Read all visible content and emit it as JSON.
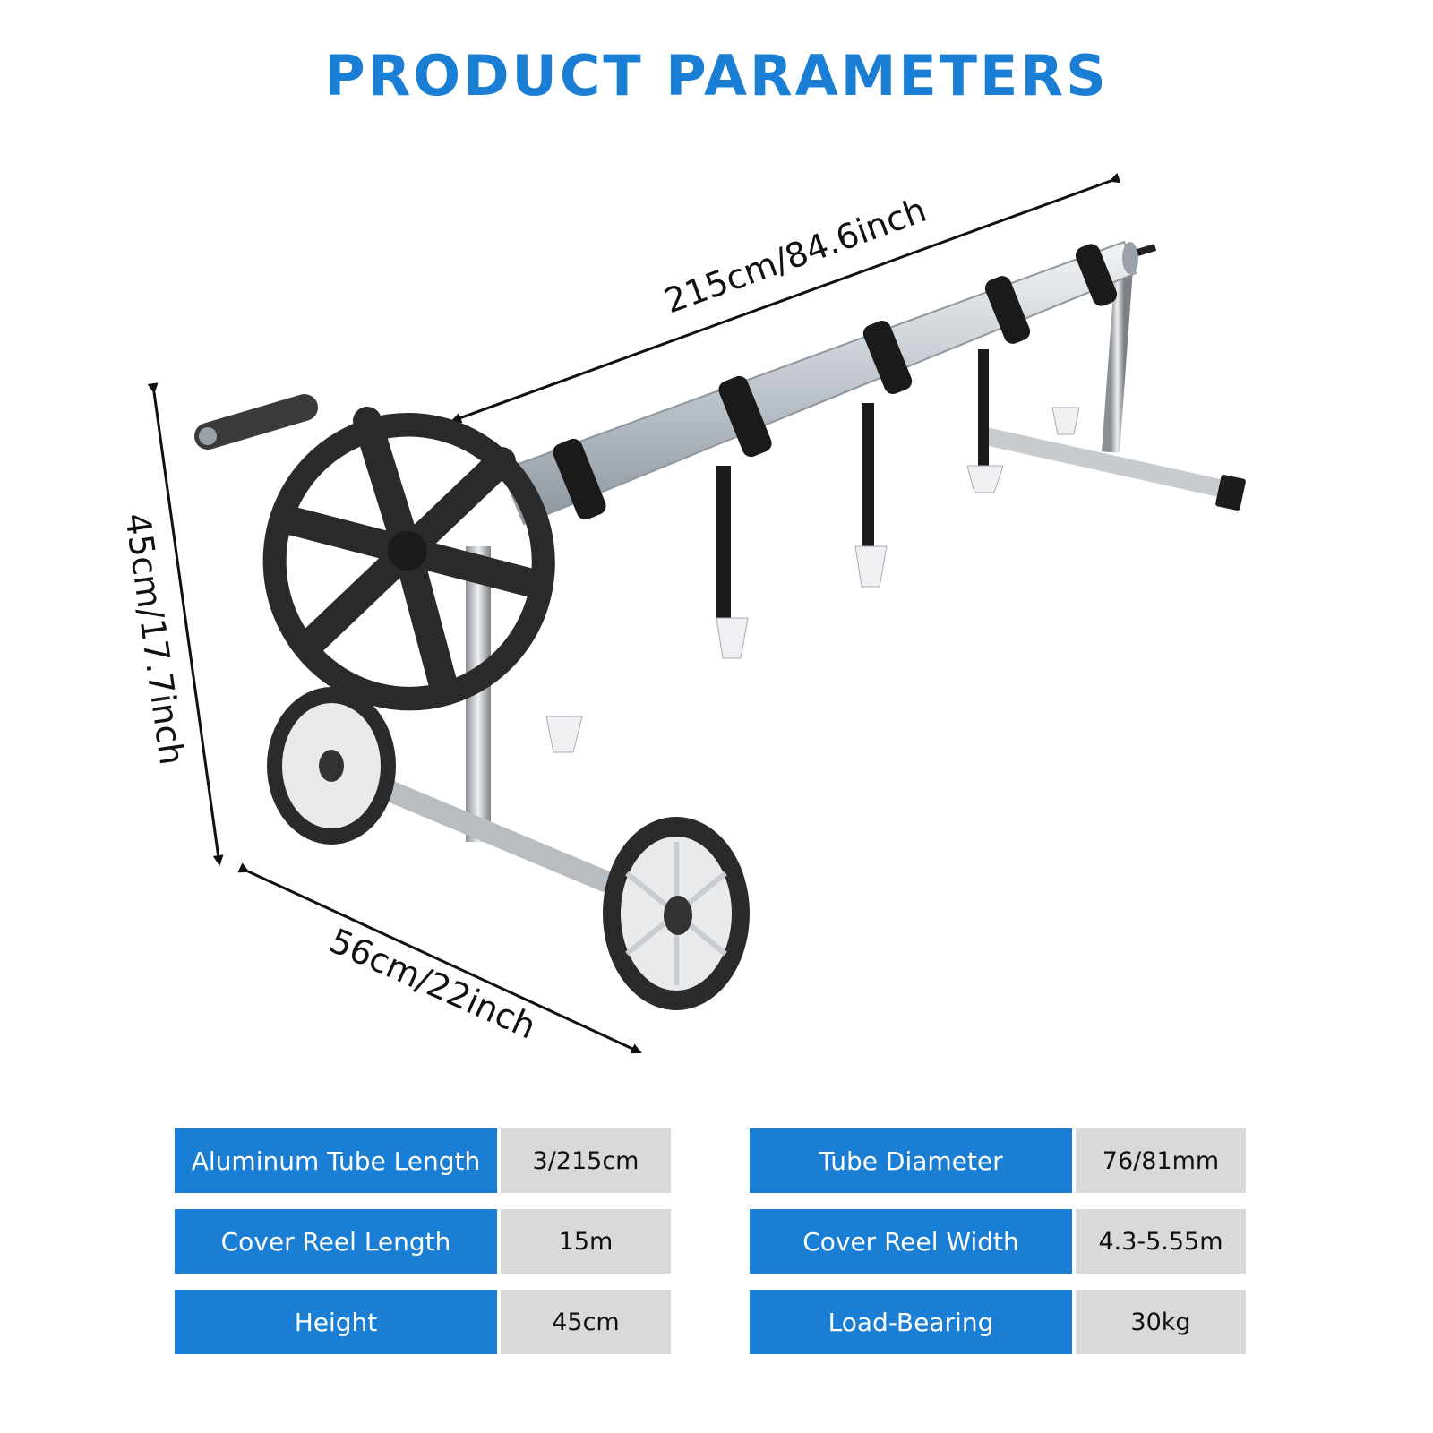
{
  "header": {
    "title": "PRODUCT PARAMETERS"
  },
  "colors": {
    "accent": "#1a7fd4",
    "cell_gray": "#d9d9d9",
    "wheel_black": "#2a2a2a"
  },
  "dimensions": {
    "length": "215cm/84.6inch",
    "height": "45cm/17.7inch",
    "width": "56cm/22inch"
  },
  "parameters": {
    "left": [
      {
        "label": "Aluminum Tube Length",
        "value": "3/215cm"
      },
      {
        "label": "Cover Reel Length",
        "value": "15m"
      },
      {
        "label": "Height",
        "value": "45cm"
      }
    ],
    "right": [
      {
        "label": "Tube Diameter",
        "value": "76/81mm"
      },
      {
        "label": "Cover Reel Width",
        "value": "4.3-5.55m"
      },
      {
        "label": "Load-Bearing",
        "value": "30kg"
      }
    ]
  }
}
